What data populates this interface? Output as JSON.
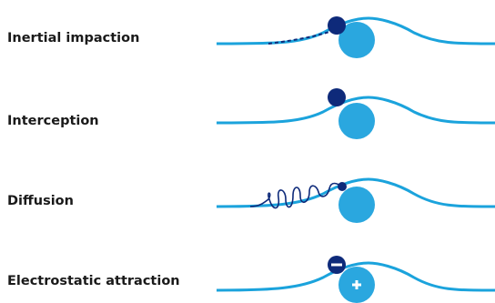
{
  "mechanisms": [
    {
      "label": "Inertial impaction"
    },
    {
      "label": "Interception"
    },
    {
      "label": "Diffusion"
    },
    {
      "label": "Electrostatic attraction"
    }
  ],
  "colors": {
    "streamline": "#1ba3dc",
    "collector_fiber": "#2aa7df",
    "particle": "#0e2a7a",
    "label_text": "#1a1a1a",
    "charge_sign": "#ffffff"
  },
  "icons": {
    "particle_charge": "minus-sign-icon",
    "fiber_charge": "plus-sign-icon"
  }
}
